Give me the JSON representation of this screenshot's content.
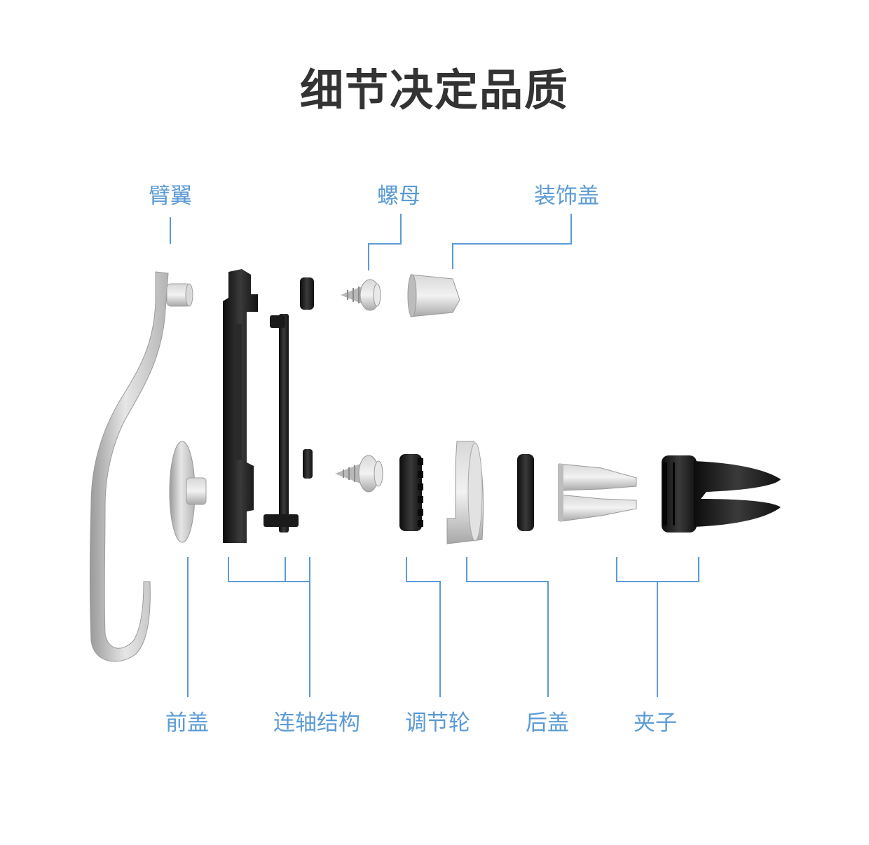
{
  "title": "细节决定品质",
  "colors": {
    "accent": "#5b9bd5",
    "title": "#333333",
    "silver": "#c8c8c8",
    "black_part": "#1a1a1a"
  },
  "labels": {
    "arm": "臂翼",
    "nut": "螺母",
    "decor_cap": "装饰盖",
    "front_cover": "前盖",
    "shaft_structure": "连轴结构",
    "adjust_wheel": "调节轮",
    "back_cover": "后盖",
    "clip": "夹子"
  }
}
